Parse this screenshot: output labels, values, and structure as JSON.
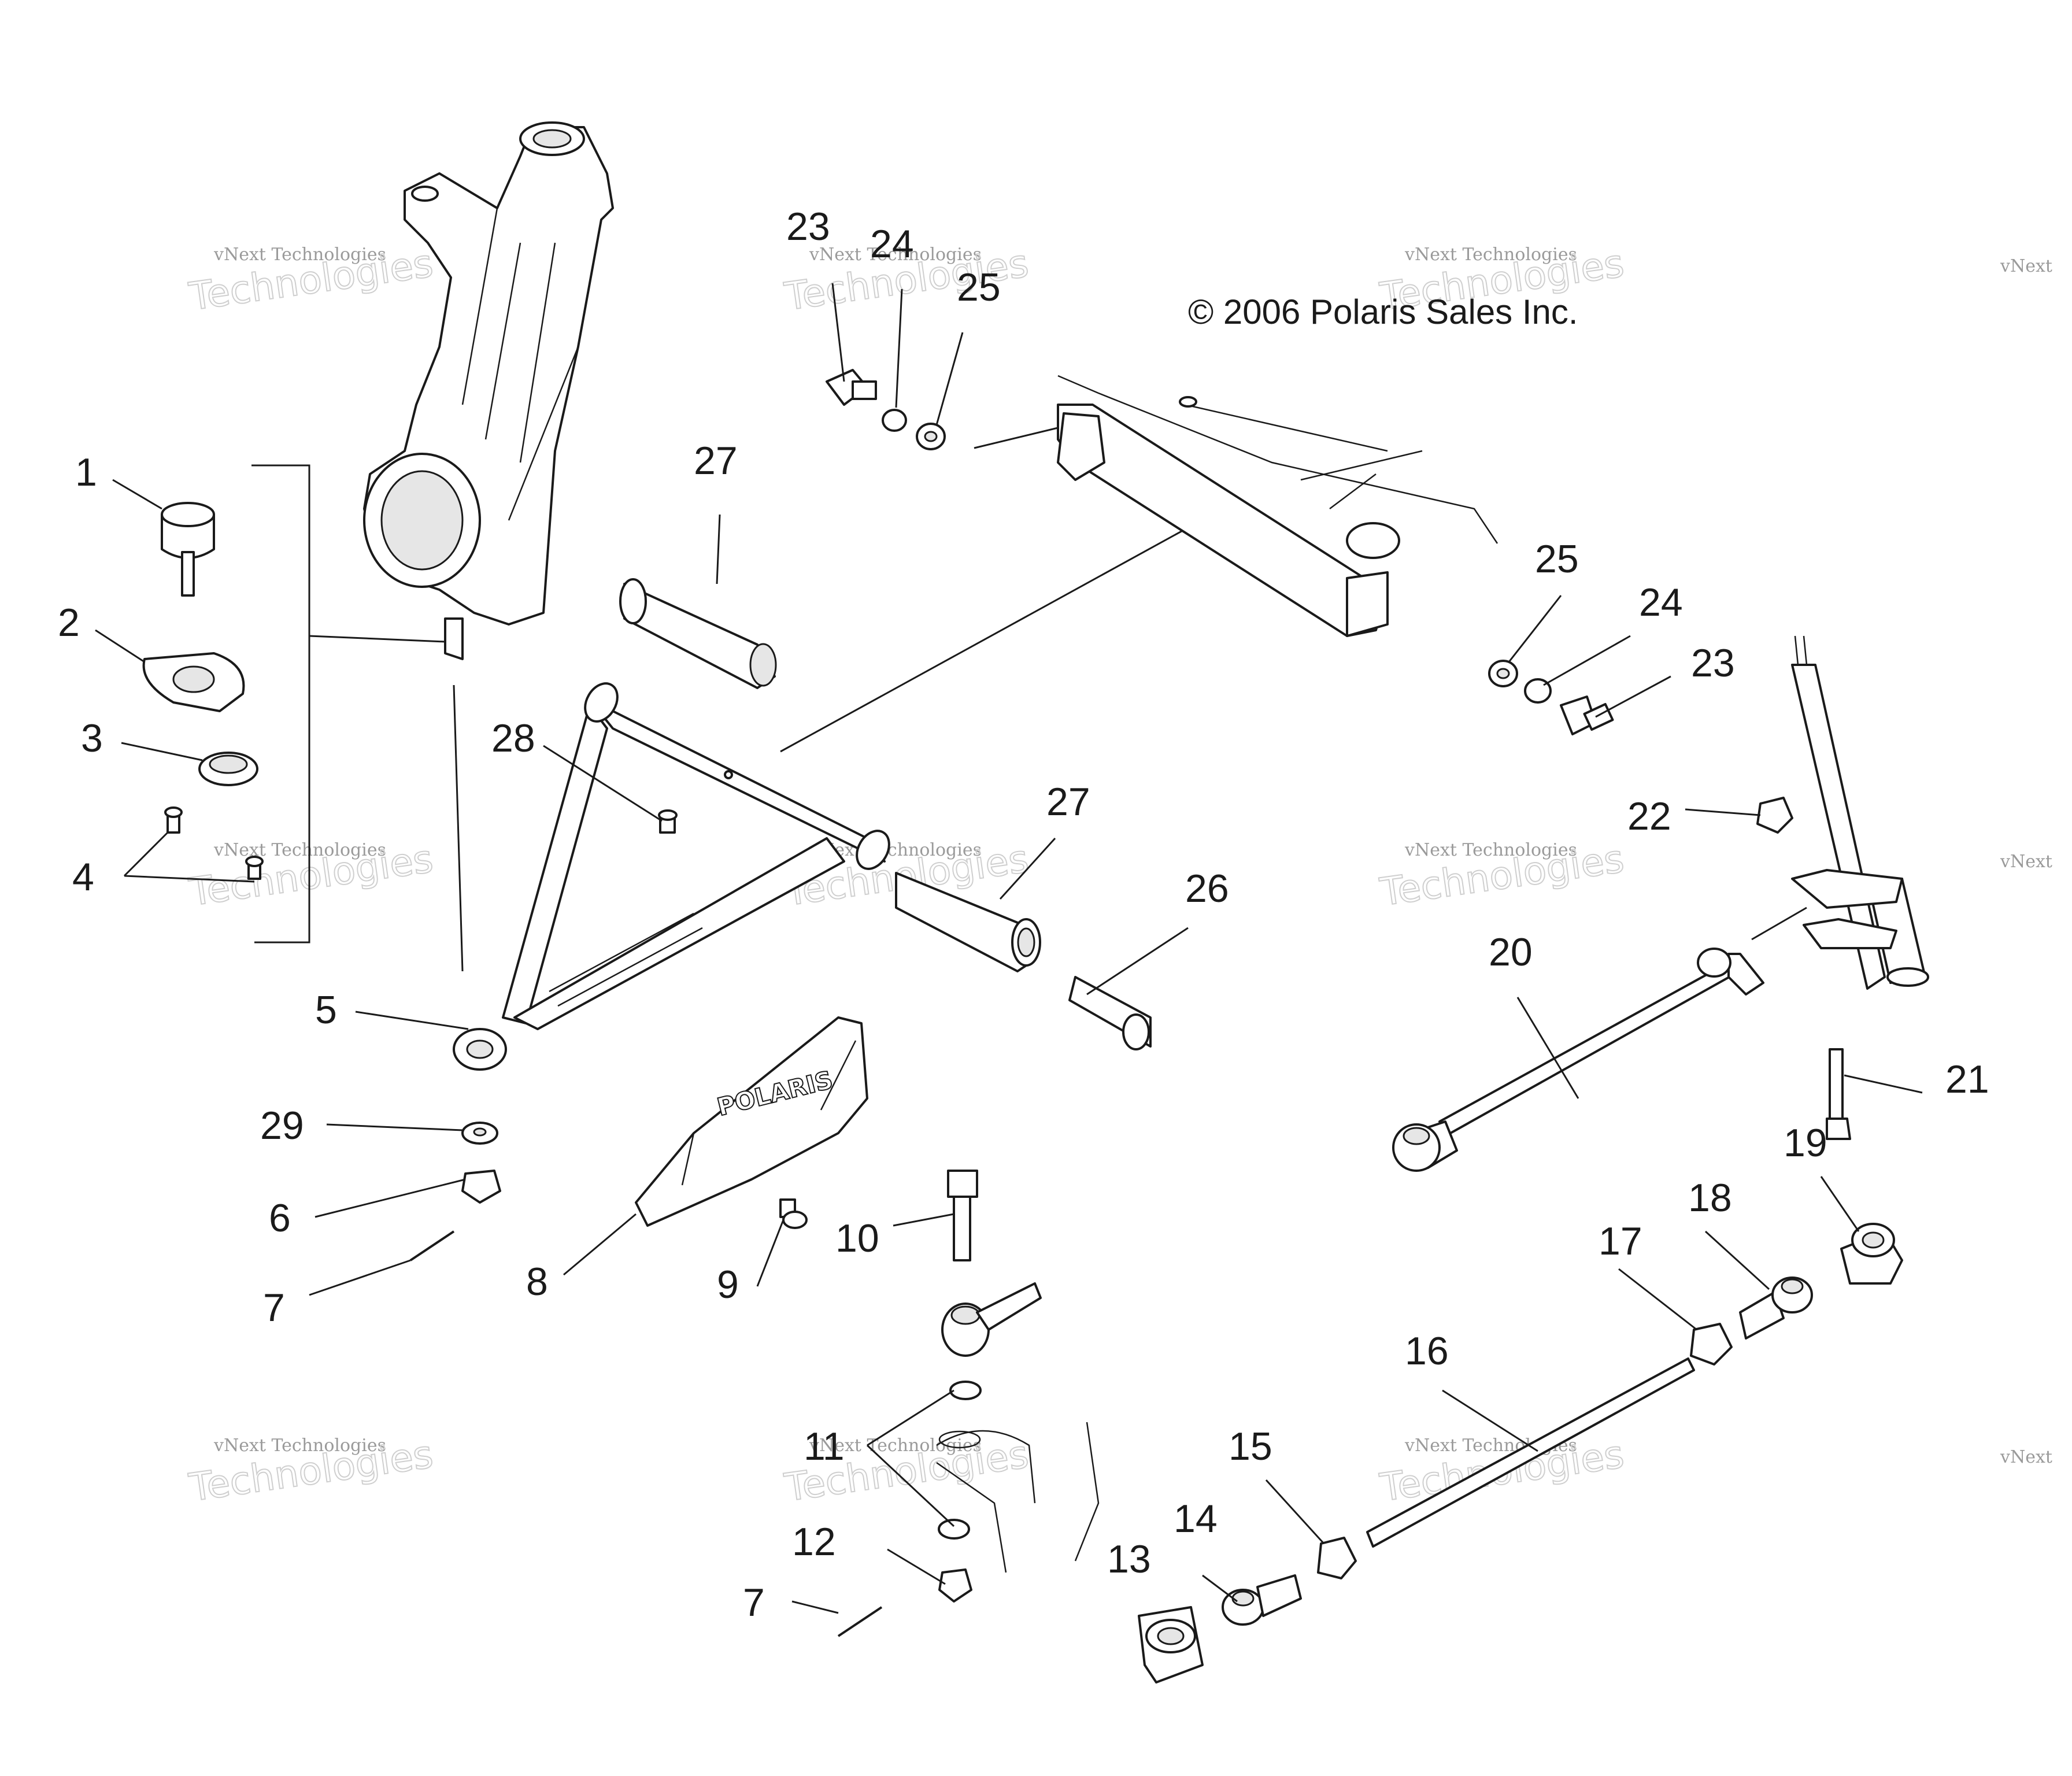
{
  "copyright": "© 2006 Polaris Sales Inc.",
  "watermark": {
    "line1": "vNext Technologies",
    "line2": "Technologies",
    "line3": "vNext"
  },
  "guard_logo_text": "POLARIS",
  "callouts": [
    "1",
    "2",
    "3",
    "4",
    "5",
    "6",
    "7",
    "8",
    "9",
    "10",
    "11",
    "12",
    "13",
    "14",
    "15",
    "16",
    "17",
    "18",
    "19",
    "20",
    "21",
    "22",
    "23",
    "24",
    "25",
    "26",
    "27",
    "28",
    "29"
  ],
  "labels": {
    "c1": "1",
    "c2": "2",
    "c3": "3",
    "c4": "4",
    "c5": "5",
    "c6": "6",
    "c7a": "7",
    "c7b": "7",
    "c8": "8",
    "c9": "9",
    "c10": "10",
    "c11": "11",
    "c12": "12",
    "c13": "13",
    "c14": "14",
    "c15": "15",
    "c16": "16",
    "c17": "17",
    "c18": "18",
    "c19": "19",
    "c20": "20",
    "c21": "21",
    "c22": "22",
    "c23a": "23",
    "c23b": "23",
    "c24a": "24",
    "c24b": "24",
    "c25a": "25",
    "c25b": "25",
    "c26": "26",
    "c27a": "27",
    "c27b": "27",
    "c28": "28",
    "c29": "29"
  }
}
